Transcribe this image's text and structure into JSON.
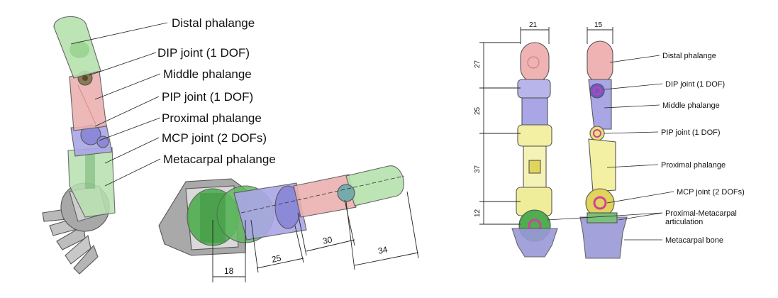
{
  "view_a_labels": {
    "distal": "Distal phalange",
    "dip": "DIP joint (1 DOF)",
    "middle": "Middle phalange",
    "pip": "PIP joint (1 DOF)",
    "proximal": "Proximal phalange",
    "mcp": "MCP joint (2 DOFs)",
    "metacarpal": "Metacarpal phalange"
  },
  "view_b_dimensions": {
    "d1": "18",
    "d2": "25",
    "d3": "30",
    "d4": "34"
  },
  "view_c_dimensions": {
    "width_front": "21",
    "width_side": "15",
    "h1": "27",
    "h2": "25",
    "h3": "37",
    "h4": "12"
  },
  "view_c_labels": {
    "distal": "Distal phalange",
    "dip": "DIP joint (1 DOF)",
    "middle": "Middle phalange",
    "pip": "PIP joint (1 DOF)",
    "proximal": "Proximal phalange",
    "mcp": "MCP joint (2 DOFs)",
    "articulation_line1": "Proximal-Metacarpal",
    "articulation_line2": "articulation",
    "metacarpal_bone": "Metacarpal bone"
  },
  "colors": {
    "distal": "#9fd79a",
    "middle": "#e8a3a3",
    "proximal_blue": "#9a9ae0",
    "proximal_yellow": "#f3f0a3",
    "metacarpal_green": "#5cb85c",
    "grey": "#9a9a9a",
    "magenta": "#d43ea0"
  }
}
